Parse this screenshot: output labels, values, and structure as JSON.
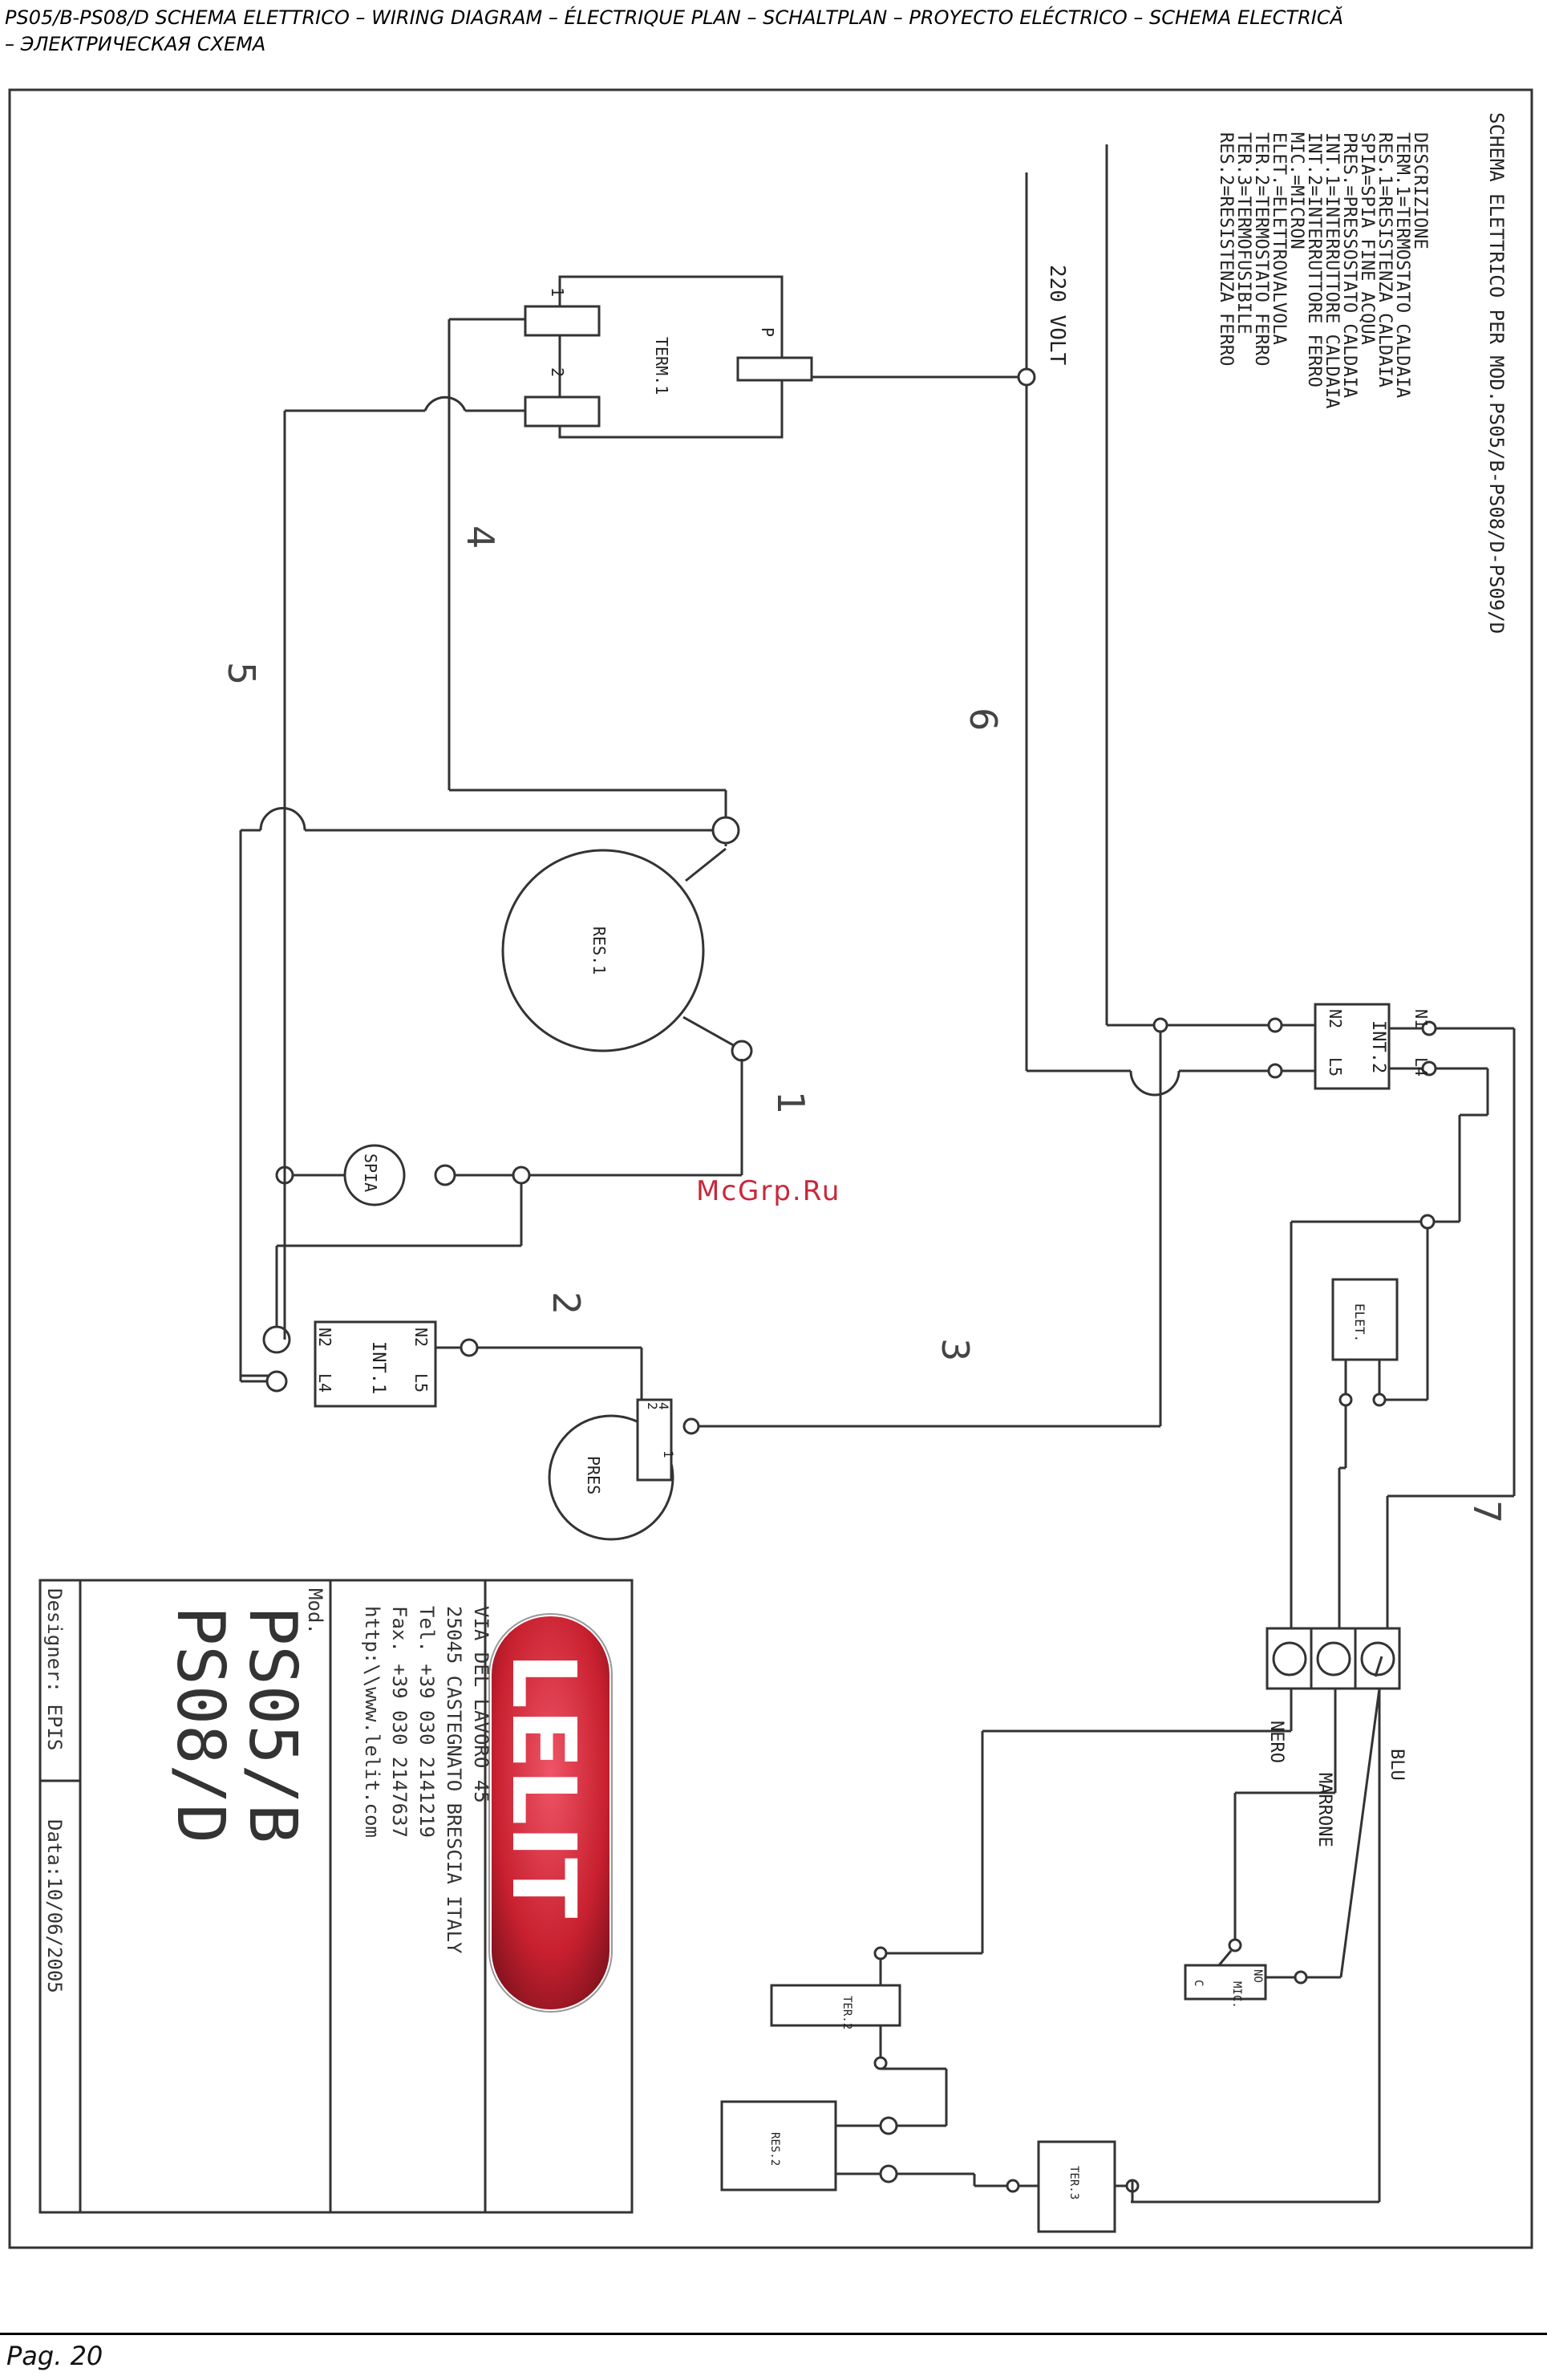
{
  "header": {
    "line1": "PS05/B-PS08/D SCHEMA ELETTRICO – WIRING DIAGRAM – ÉLECTRIQUE PLAN – SCHALTPLAN – PROYECTO ELÉCTRICO – SCHEMA ELECTRICĂ",
    "line2": "– ЭЛЕКТРИЧЕСКАЯ СХЕМА"
  },
  "footer": {
    "page": "Pag. 20"
  },
  "diagram": {
    "title": "SCHEMA ELETTRICO PER MOD.PS05/B-PS08/D-PS09/D",
    "legend_heading": "DESCRIZIONE",
    "legend": [
      "TERM.1=TERMOSTATO CALDAIA",
      "RES.1=RESISTENZA CALDAIA",
      "SPIA=SPIA FINE ACQUA",
      "PRES.=PRESSOSTATO CALDAIA",
      "INT.1=INTERRUTTORE CALDAIA",
      "INT.2=INTERRUTTORE FERRO",
      "MIC.=MICRON",
      "ELET.=ELETTROVALVOLA",
      "TER.2=TERMOSTATO FERRO",
      "TER.3=TERMOFUSIBILE",
      "RES.2=RESISTENZA FERRO"
    ],
    "voltage": "220 VOLT",
    "components": {
      "term1": "TERM.1",
      "term1_pins": [
        "1",
        "2",
        "P"
      ],
      "res1": "RES.1",
      "spia": "SPIA",
      "pres": "PRES",
      "pres_pins": [
        "1",
        "2",
        "4"
      ],
      "int1": "INT.1",
      "int1_pins": [
        "N2",
        "L5",
        "N2",
        "L4"
      ],
      "int2": "INT.2",
      "int2_pins": [
        "N1",
        "L4",
        "N2",
        "L5"
      ],
      "elet": "ELET.",
      "mic": "MIC.",
      "mic_pins": [
        "C",
        "NO"
      ],
      "ter2": "TER.2",
      "ter3": "TER.3",
      "res2": "RES.2"
    },
    "wire_numbers": [
      "1",
      "2",
      "3",
      "4",
      "5",
      "6",
      "7"
    ],
    "wire_colors": [
      "BLU",
      "MARRONE",
      "NERO"
    ],
    "watermark": "McGrp.Ru"
  },
  "title_block": {
    "brand": "LELIT",
    "address": [
      "VIA DEL LAVORO 45",
      "25045 CASTEGNATO BRESCIA ITALY",
      "Tel. +39 030 2141219",
      "Fax. +39 030 2147637",
      "http:\\\\www.lelit.com"
    ],
    "mod_label": "Mod.",
    "models": [
      "PS05/B",
      "PS08/D"
    ],
    "designer": "Designer: EPIS",
    "date": "Data:10/06/2005"
  },
  "colors": {
    "logo_red": "#d0283c",
    "watermark": "#c8283a"
  }
}
